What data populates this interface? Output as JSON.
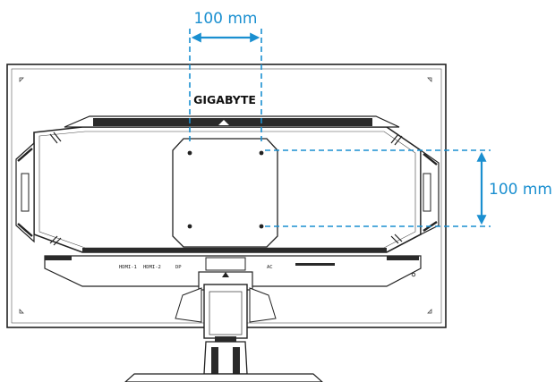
{
  "brand": {
    "name": "GIGABYTE"
  },
  "vesa": {
    "horizontal_label": "100 mm",
    "vertical_label": "100 mm",
    "dimension_color": "#1a8fd0"
  },
  "ports": {
    "hdmi1": "HDMI-1",
    "hdmi2": "HDMI-2",
    "dp": "DP",
    "ac": "AC"
  }
}
